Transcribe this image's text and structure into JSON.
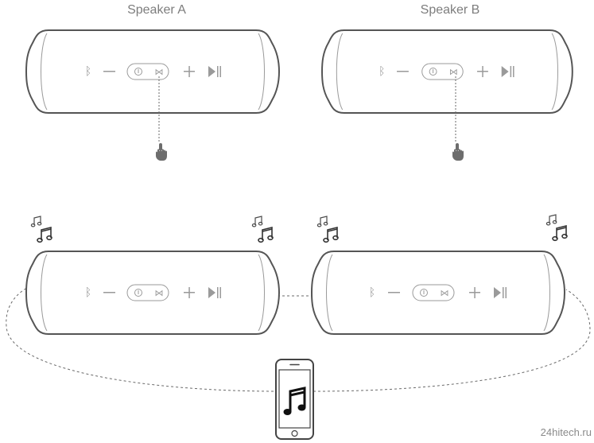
{
  "speaker_a": {
    "label": "Speaker A"
  },
  "speaker_b": {
    "label": "Speaker B"
  },
  "watermark": "24hitech.ru",
  "icons": {
    "bluetooth": "bluetooth-icon",
    "volume_down": "volume-down-icon",
    "power": "power-icon",
    "connect_plus": "connect-plus-icon",
    "volume_up": "volume-up-icon",
    "play_pause": "play-pause-icon",
    "hand": "hand-pointer-icon",
    "music_notes": "music-notes-icon",
    "phone": "smartphone-icon"
  },
  "colors": {
    "outline": "#555555",
    "inner_line": "#9a9a9a",
    "dashed_link": "#6a6a6a"
  }
}
